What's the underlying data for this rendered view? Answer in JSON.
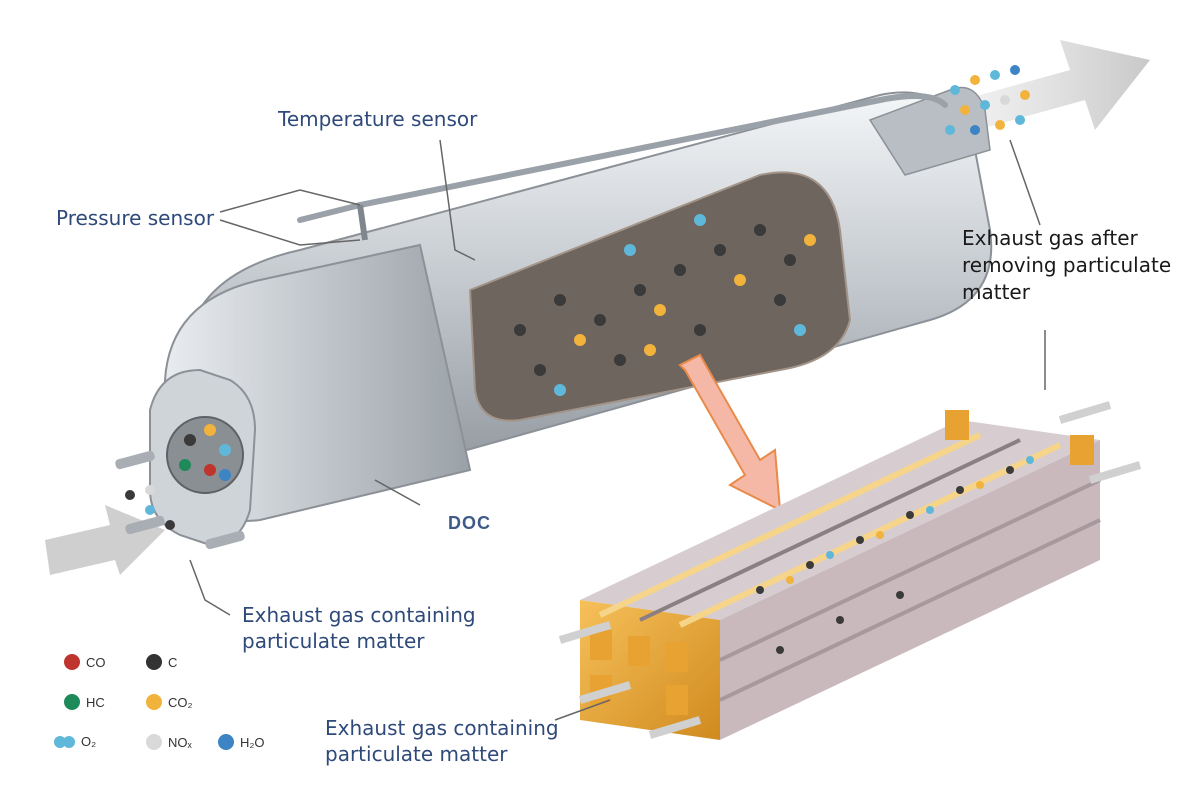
{
  "labels": {
    "temperature_sensor": "Temperature sensor",
    "pressure_sensor": "Pressure sensor",
    "exhaust_after": [
      "Exhaust gas after",
      "removing particulate",
      "matter"
    ],
    "doc": "DOC",
    "exhaust_containing_top": [
      "Exhaust gas containing",
      "particulate matter"
    ],
    "exhaust_containing_bottom": [
      "Exhaust gas containing",
      "particulate matter"
    ]
  },
  "legend": [
    {
      "label": "CO",
      "color": "#c0342e",
      "icon": "co-molecule-icon"
    },
    {
      "label": "C",
      "color": "#333333",
      "icon": "carbon-molecule-icon"
    },
    {
      "label": "HC",
      "color": "#1e8a5a",
      "icon": "hc-molecule-icon"
    },
    {
      "label": "CO₂",
      "color": "#f2b33c",
      "icon": "co2-molecule-icon"
    },
    {
      "label": "O₂",
      "color": "#5fb8d9",
      "icon": "o2-molecule-icon"
    },
    {
      "label": "NOₓ",
      "color": "#d9d9d9",
      "icon": "nox-molecule-icon"
    },
    {
      "label": "H₂O",
      "color": "#3c84c4",
      "icon": "h2o-molecule-icon"
    }
  ],
  "colors": {
    "label_blue": "#2f4a7a",
    "metal": "#c9ced3",
    "filter_orange": "#e8a232",
    "arrow_pink": "#f6b8a6"
  }
}
